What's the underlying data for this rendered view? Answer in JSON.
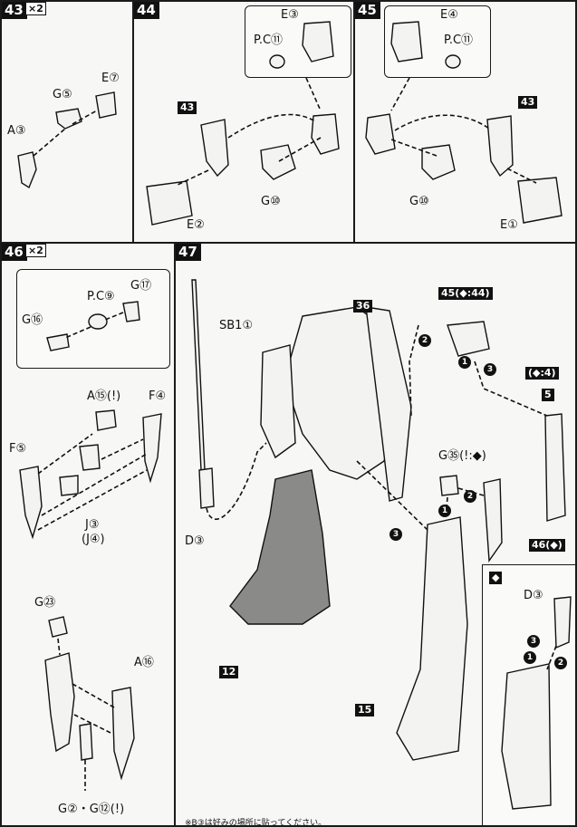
{
  "steps": {
    "s43": {
      "num": "43",
      "mult": "×2",
      "labels": {
        "a": "A③",
        "g": "G⑤",
        "e": "E⑦"
      }
    },
    "s44": {
      "num": "44",
      "labels": {
        "e3": "E③",
        "pc": "P.C⑪",
        "ref": "43",
        "g10": "G⑩",
        "e2": "E②"
      }
    },
    "s45": {
      "num": "45",
      "labels": {
        "e4": "E④",
        "pc": "P.C⑪",
        "ref": "43",
        "g10": "G⑩",
        "e1": "E①"
      }
    },
    "s46": {
      "num": "46",
      "mult": "×2",
      "labels": {
        "pc9": "P.C⑨",
        "g17": "G⑰",
        "g16": "G⑯",
        "a15": "A⑮(!)",
        "f4": "F④",
        "f5": "F⑤",
        "j3": "J③",
        "j4": "(J④)",
        "g23": "G㉓",
        "a16": "A⑯",
        "g2g12": "G②・G⑫(!)"
      }
    },
    "s47": {
      "num": "47",
      "labels": {
        "sb": "SB1①",
        "d3": "D③",
        "r36": "36",
        "r45": "45(◆:44)",
        "r4": "(◆:4)",
        "r5": "5",
        "g35": "G㉟(!:◆)",
        "r46": "46(◆)",
        "r12": "12",
        "r15": "15",
        "d3b": "D③",
        "dia": "◆"
      }
    }
  },
  "circled": {
    "one": "1",
    "two": "2",
    "three": "3"
  },
  "footnote": "※B③は好みの場所に貼ってください。"
}
